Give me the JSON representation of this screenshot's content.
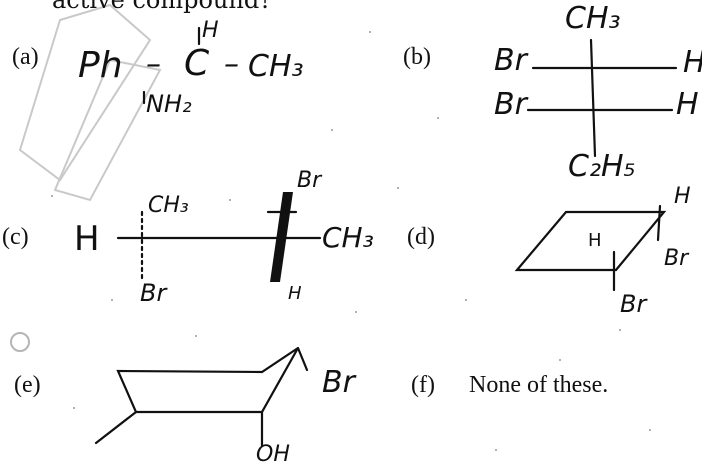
{
  "question_fragment": "active compound?",
  "options": [
    {
      "label": "(a)",
      "atoms": {
        "ph": "Ph",
        "c": "C",
        "h": "H",
        "ch3": "CH₃",
        "nh2": "NH₂",
        "bond1": "–",
        "bond2": "–"
      }
    },
    {
      "label": "(b)",
      "atoms": {
        "top": "CH₃",
        "br1": "Br",
        "br2": "Br",
        "h1": "H",
        "h2": "H",
        "bottom": "C₂H₅"
      }
    },
    {
      "label": "(c)",
      "atoms": {
        "h_left": "H",
        "ch3_top": "CH₃",
        "br_bottom": "Br",
        "br_top": "Br",
        "ch3_right": "CH₃",
        "h_bottom": "H"
      }
    },
    {
      "label": "(d)",
      "atoms": {
        "h_top": "H",
        "h_inner": "H",
        "br_right": "Br",
        "br_bottom": "Br"
      }
    },
    {
      "label": "(e)",
      "atoms": {
        "br": "Br",
        "oh": "OH"
      }
    },
    {
      "label": "(f)",
      "text": "None of these."
    }
  ]
}
